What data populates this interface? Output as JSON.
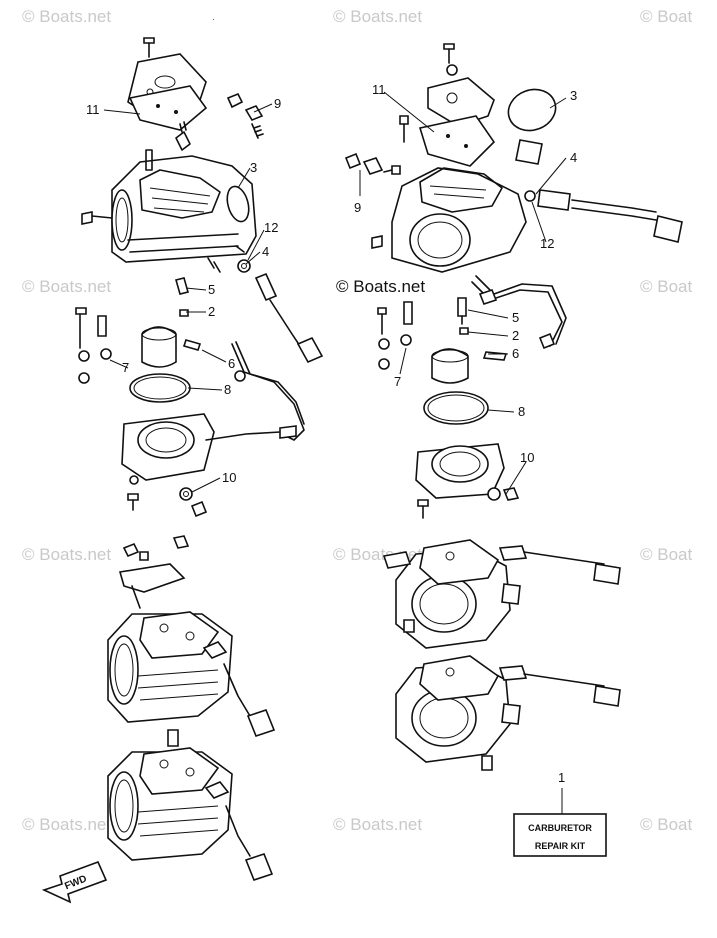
{
  "watermark": "© Boats.net",
  "watermark_partial": "© Boat",
  "callouts": {
    "c1": "1",
    "c2": "2",
    "c3": "3",
    "c4": "4",
    "c5": "5",
    "c6": "6",
    "c7": "7",
    "c8": "8",
    "c9": "9",
    "c10": "10",
    "c11": "11",
    "c12": "12"
  },
  "repair_kit": {
    "line1": "CARBURETOR",
    "line2": "REPAIR KIT"
  },
  "direction_label": "FWD"
}
